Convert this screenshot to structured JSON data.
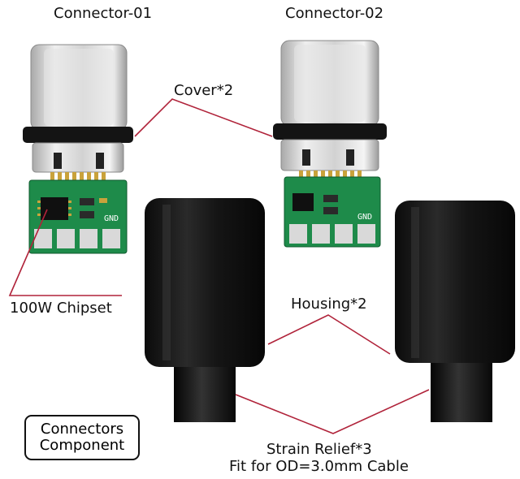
{
  "labels": {
    "connector1": "Connector-01",
    "connector2": "Connector-02",
    "cover": "Cover*2",
    "chipset": "100W Chipset",
    "housing": "Housing*2",
    "strain_line1": "Strain Relief*3",
    "strain_line2": "Fit for OD=3.0mm Cable",
    "badge_line1": "Connectors",
    "badge_line2": "Component",
    "gnd1": "GND",
    "gnd2": "GND"
  },
  "colors": {
    "pcb": "#1e8b4a",
    "leader": "#b0233a",
    "metal": "#d6d6d6",
    "plastic": "#1a1a1a"
  }
}
